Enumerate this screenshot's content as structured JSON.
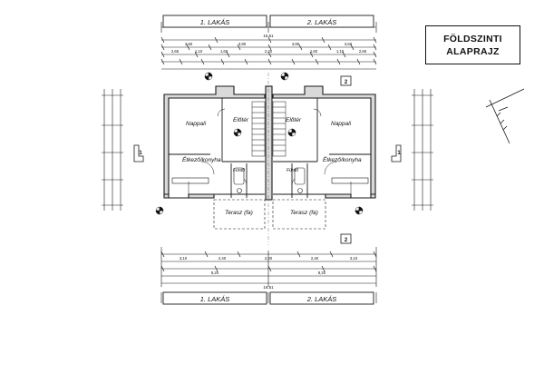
{
  "drawing": {
    "title_line1": "FÖLDSZINTI",
    "title_line2": "ALAPRAJZ"
  },
  "apartments": {
    "top_left": "1. LAKÁS",
    "top_right": "2. LAKÁS",
    "bottom_left": "1. LAKÁS",
    "bottom_right": "2. LAKÁS"
  },
  "dimensions": {
    "total_top": "16,51",
    "total_bottom": "16,51",
    "top_row1": [
      "3,60",
      "3,90",
      "3,90",
      "3,60"
    ],
    "top_row2": [
      "2,65",
      "1,10",
      "1,60",
      "2,20",
      "1,60",
      "1,10",
      "2,65"
    ],
    "bottom_row1": [
      "3,10",
      "2,40",
      "2,20",
      "2,40",
      "3,10"
    ],
    "bottom_row2": [
      "8,20",
      "8,20"
    ]
  },
  "rooms": {
    "left": {
      "living": "Nappali",
      "hall": "Előtér",
      "dining_kitchen": "Étkező/konyha",
      "bath": "Fürdő",
      "terrace": "Terasz (fa)"
    },
    "right": {
      "living": "Nappali",
      "hall": "Előtér",
      "dining_kitchen": "Étkező/konyha",
      "bath": "Fürdő",
      "terrace": "Terasz (fa)"
    }
  },
  "section_marks": {
    "top": "2",
    "bottom": "2",
    "left": "1",
    "right": "1"
  },
  "colors": {
    "line": "#1a1a1a",
    "wall_fill": "#d9d9d9",
    "background": "#ffffff"
  }
}
